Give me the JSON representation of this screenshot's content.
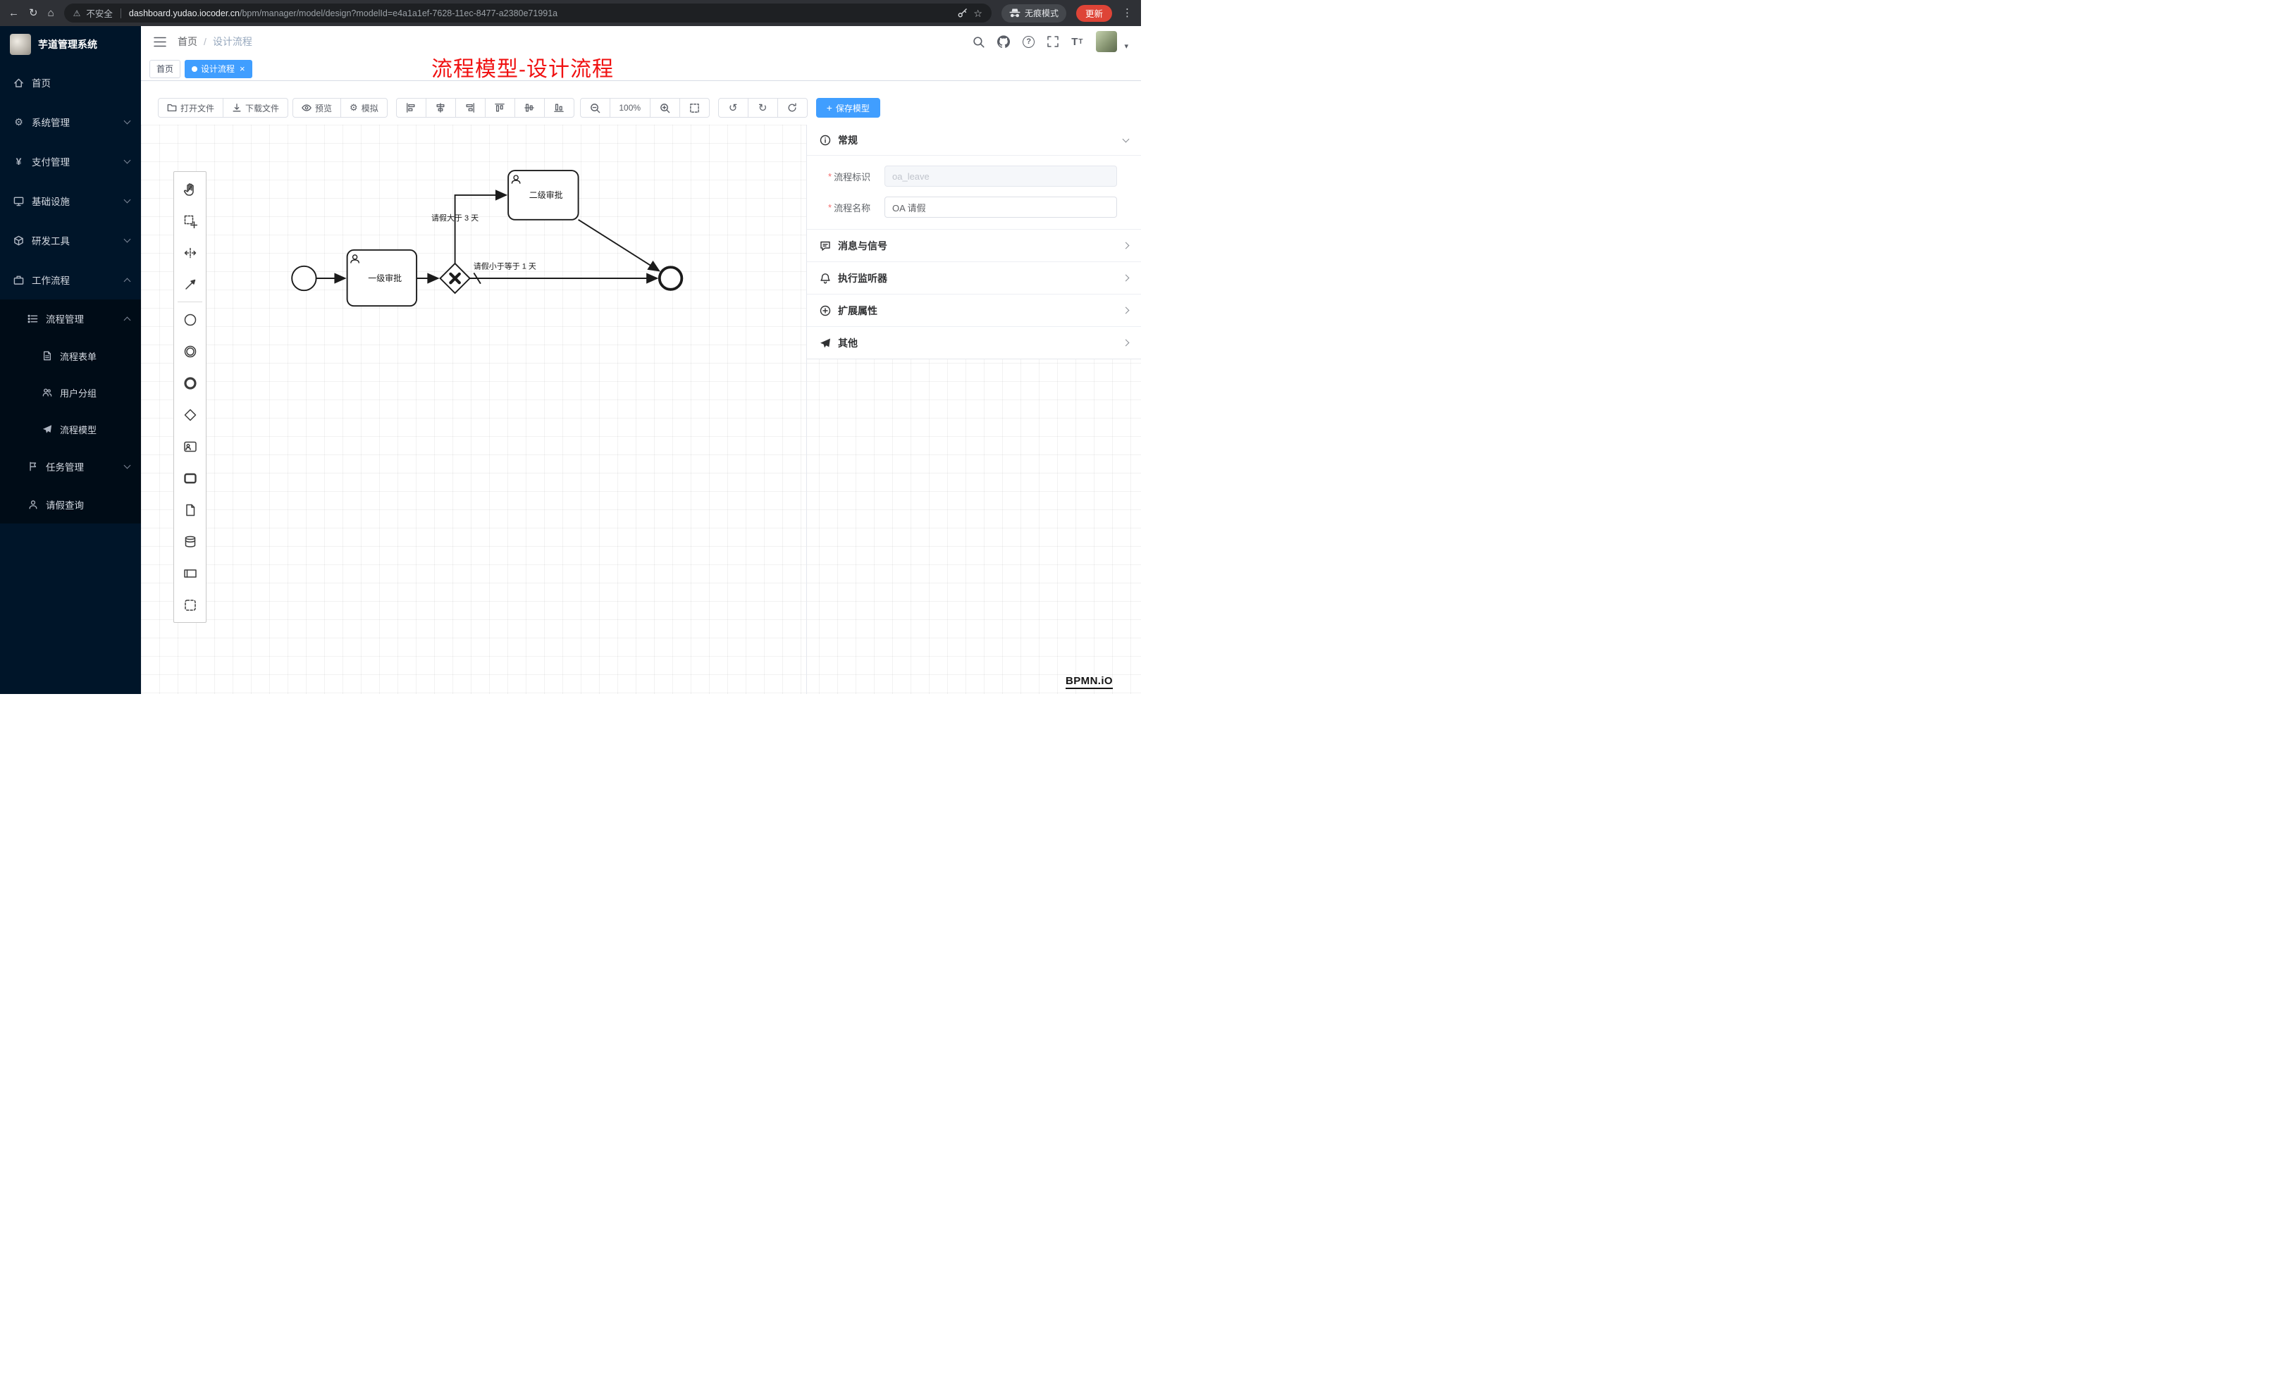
{
  "browser": {
    "security_label": "不安全",
    "url_domain": "dashboard.yudao.iocoder.cn",
    "url_path": "/bpm/manager/model/design?modelId=e4a1a1ef-7628-11ec-8477-a2380e71991a",
    "incognito_label": "无痕模式",
    "update_label": "更新"
  },
  "sidebar": {
    "title": "芋道管理系统",
    "items": [
      {
        "label": "首页"
      },
      {
        "label": "系统管理"
      },
      {
        "label": "支付管理"
      },
      {
        "label": "基础设施"
      },
      {
        "label": "研发工具"
      },
      {
        "label": "工作流程"
      },
      {
        "label": "流程管理"
      },
      {
        "label": "流程表单"
      },
      {
        "label": "用户分组"
      },
      {
        "label": "流程模型"
      },
      {
        "label": "任务管理"
      },
      {
        "label": "请假查询"
      }
    ]
  },
  "header": {
    "breadcrumb_home": "首页",
    "breadcrumb_current": "设计流程",
    "annotation": "流程模型-设计流程"
  },
  "tabs": [
    {
      "label": "首页"
    },
    {
      "label": "设计流程"
    }
  ],
  "toolbar": {
    "open_file": "打开文件",
    "download_file": "下载文件",
    "preview": "预览",
    "simulate": "模拟",
    "zoom_level": "100%",
    "save_model": "保存模型"
  },
  "diagram": {
    "task1": "一级审批",
    "task2": "二级审批",
    "flow_gt": "请假大于 3 天",
    "flow_lte": "请假小于等于 1 天"
  },
  "panel": {
    "sections": {
      "general": "常规",
      "message_signal": "消息与信号",
      "execution_listener": "执行监听器",
      "extension_attrs": "扩展属性",
      "other": "其他"
    },
    "form": {
      "key_label": "流程标识",
      "key_value": "oa_leave",
      "name_label": "流程名称",
      "name_value": "OA 请假"
    }
  },
  "watermark": "BPMN.iO"
}
